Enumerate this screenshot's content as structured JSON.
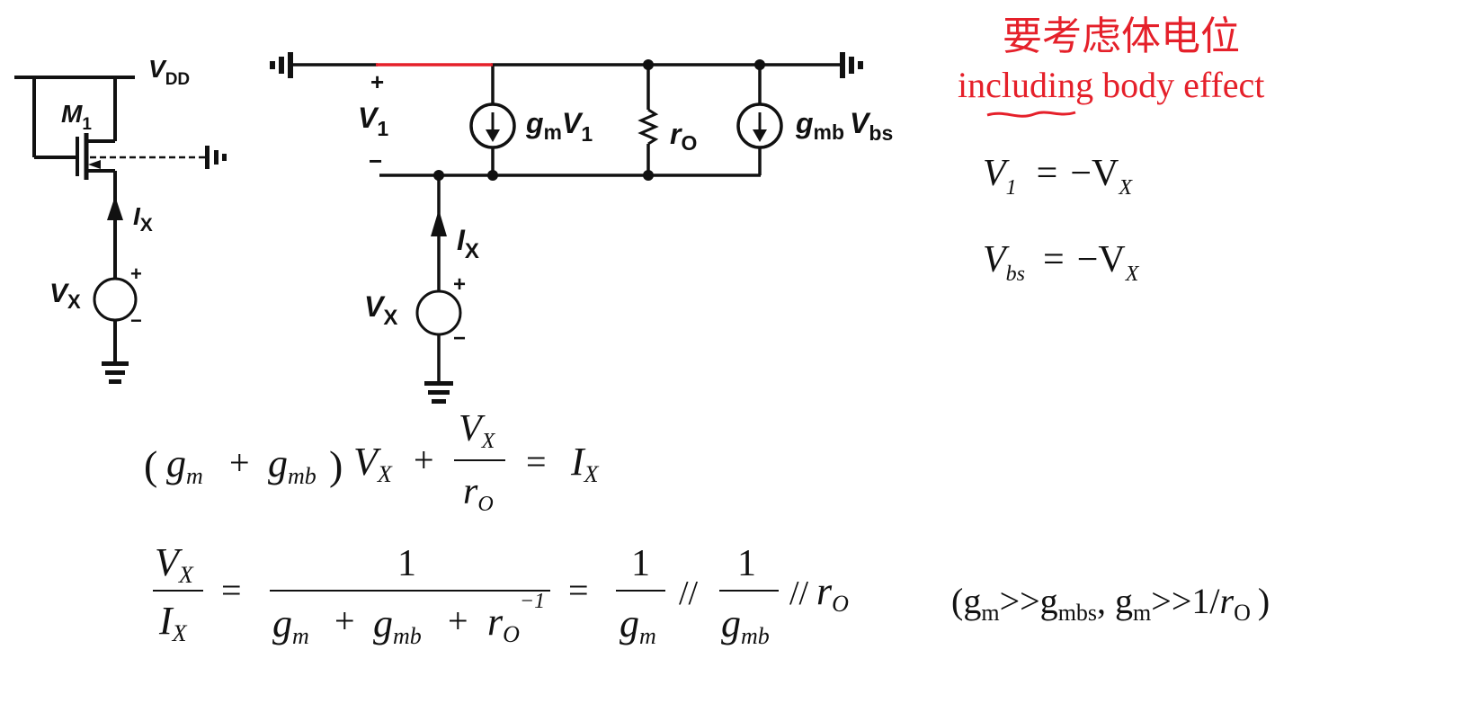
{
  "annotation": {
    "note_cn": "要考虑体电位",
    "note_en": "including body effect",
    "color": "#e5202a"
  },
  "transistor_circuit": {
    "supply_label": "V",
    "supply_sub": "DD",
    "device_label": "M",
    "device_sub": "1",
    "current_label": "I",
    "current_sub": "X",
    "source_label": "V",
    "source_sub": "X",
    "plus": "+",
    "minus": "−"
  },
  "small_signal": {
    "v1_label": "V",
    "v1_sub": "1",
    "plus": "+",
    "minus": "−",
    "gm_label": "g",
    "gm_sub": "m",
    "gm_v": "V",
    "gm_v_sub": "1",
    "ro_label": "r",
    "ro_sub": "O",
    "gmb_label": "g",
    "gmb_sub": "mb",
    "gmb_v": "V",
    "gmb_v_sub": "bs",
    "current_label": "I",
    "current_sub": "X",
    "source_label": "V",
    "source_sub": "X"
  },
  "equations": {
    "eq_v1": {
      "lhs": "V",
      "lhs_sub": "1",
      "op": "=",
      "rhs": "−V",
      "rhs_sub": "X"
    },
    "eq_vbs": {
      "lhs": "V",
      "lhs_sub": "bs",
      "op": "=",
      "rhs": "−V",
      "rhs_sub": "X"
    },
    "kcl": {
      "lparen": "(",
      "g": "g",
      "m": "m",
      "plus1": "+",
      "gmb_sub": "mb",
      "rparen": ")",
      "v": "V",
      "x": "X",
      "plus2": "+",
      "num": "V",
      "num_sub": "X",
      "den": "r",
      "den_sub": "O",
      "eq": "=",
      "i": "I",
      "i_sub": "X"
    },
    "result": {
      "num": "V",
      "num_sub": "X",
      "den": "I",
      "den_sub": "X",
      "eq1": "=",
      "one": "1",
      "g": "g",
      "m": "m",
      "plus": "+",
      "mb": "mb",
      "r": "r",
      "o": "O",
      "exp": "−1",
      "eq2": "=",
      "par": "//",
      "par2": "//"
    },
    "condition": {
      "open": "(g",
      "m1": "m",
      "gt1": ">>g",
      "mbs": "mbs",
      "sep": ",  g",
      "m2": "m",
      "gt2": ">>1/",
      "r": "r",
      "o": "O",
      "close": ")"
    }
  }
}
